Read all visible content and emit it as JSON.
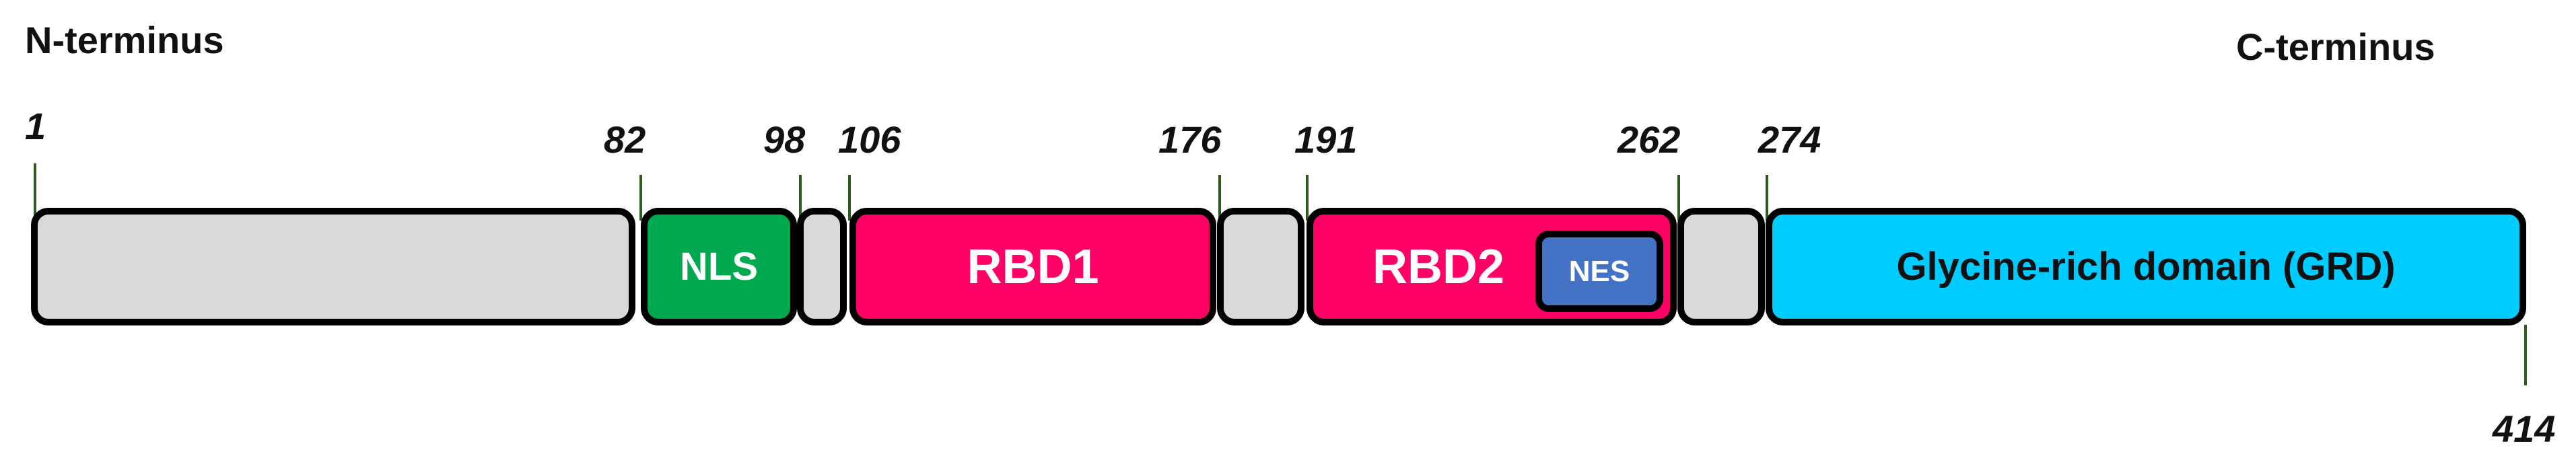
{
  "terminal_labels": {
    "n": "N-terminus",
    "c": "C-terminus"
  },
  "positions": [
    "1",
    "82",
    "98",
    "106",
    "176",
    "191",
    "262",
    "274",
    "414"
  ],
  "domains": {
    "linker1": "",
    "nls": "NLS",
    "linker2": "",
    "rbd1": "RBD1",
    "linker3": "",
    "rbd2": "RBD2",
    "nes": "NES",
    "linker4": "",
    "grd": "Glycine-rich domain (GRD)"
  },
  "colors": {
    "gray": "#d9d9d9",
    "nls": "#00a84f",
    "rbd": "#ff0066",
    "nes": "#4472c4",
    "grd": "#00ccff",
    "outline": "#000000",
    "tick": "#2f5a1f"
  }
}
